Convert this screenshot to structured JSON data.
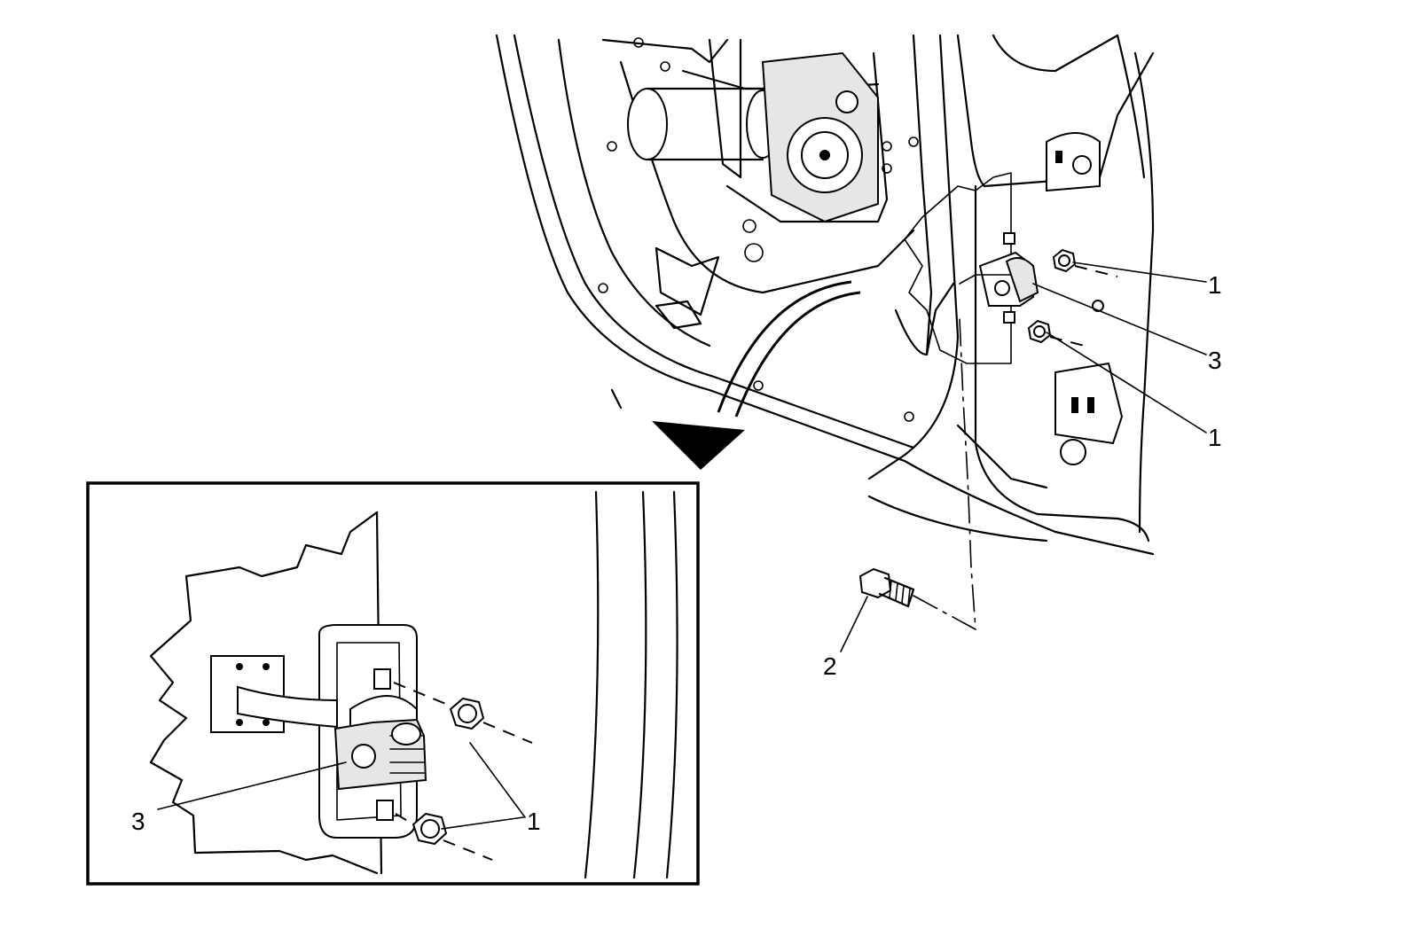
{
  "callouts": {
    "upper_nut_top": "1",
    "check_link_top": "3",
    "lower_nut_top": "1",
    "bolt": "2",
    "inset_check_link": "3",
    "inset_nuts": "1"
  }
}
